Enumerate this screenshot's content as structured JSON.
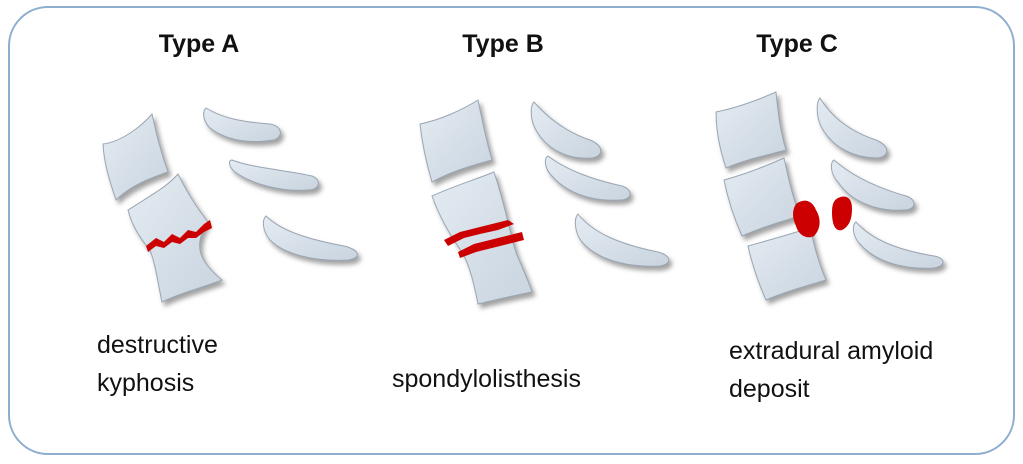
{
  "colors": {
    "bone_fill": "#d6e0ea",
    "bone_edge": "#8e9aa7",
    "lesion": "#cc0000",
    "panel_border": "#8eaed0"
  },
  "panels": [
    {
      "title": "Type A",
      "caption_lines": [
        "destructive",
        "kyphosis"
      ]
    },
    {
      "title": "Type B",
      "caption_lines": [
        "spondylolisthesis"
      ]
    },
    {
      "title": "Type C",
      "caption_lines": [
        "extradural amyloid",
        "deposit"
      ]
    }
  ]
}
